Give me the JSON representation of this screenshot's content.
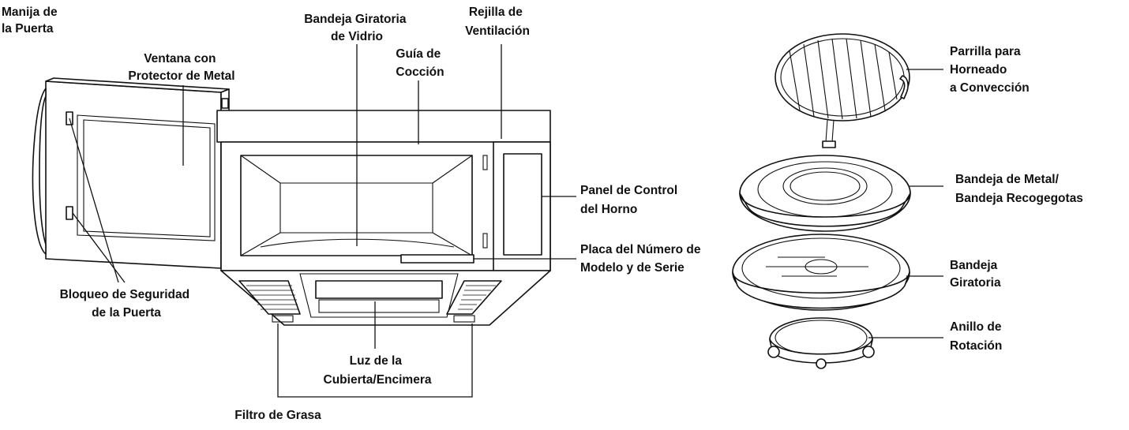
{
  "labels": {
    "door_handle": [
      "Manija de",
      "la Puerta"
    ],
    "window": [
      "Ventana con",
      "Protector de Metal"
    ],
    "glass_turntable": [
      "Bandeja Giratoria",
      "de Vidrio"
    ],
    "vent_grille": [
      "Rejilla de",
      "Ventilación"
    ],
    "cooking_guide": [
      "Guía de",
      "Cocción"
    ],
    "control_panel": [
      "Panel de Control",
      "del Horno"
    ],
    "model_plate": [
      "Placa del Número de",
      "Modelo y de Serie"
    ],
    "safety_lock": [
      "Bloqueo de Seguridad",
      "de la Puerta"
    ],
    "cooktop_light": [
      "Luz de la",
      "Cubierta/Encimera"
    ],
    "grease_filter": [
      "Filtro de Grasa"
    ],
    "convection_rack": [
      "Parrilla para",
      "Horneado",
      "a Convección"
    ],
    "metal_tray": [
      "Bandeja de Metal/",
      "Bandeja Recogegotas"
    ],
    "turntable": [
      "Bandeja",
      "Giratoria"
    ],
    "rotation_ring": [
      "Anillo de",
      "Rotación"
    ]
  }
}
